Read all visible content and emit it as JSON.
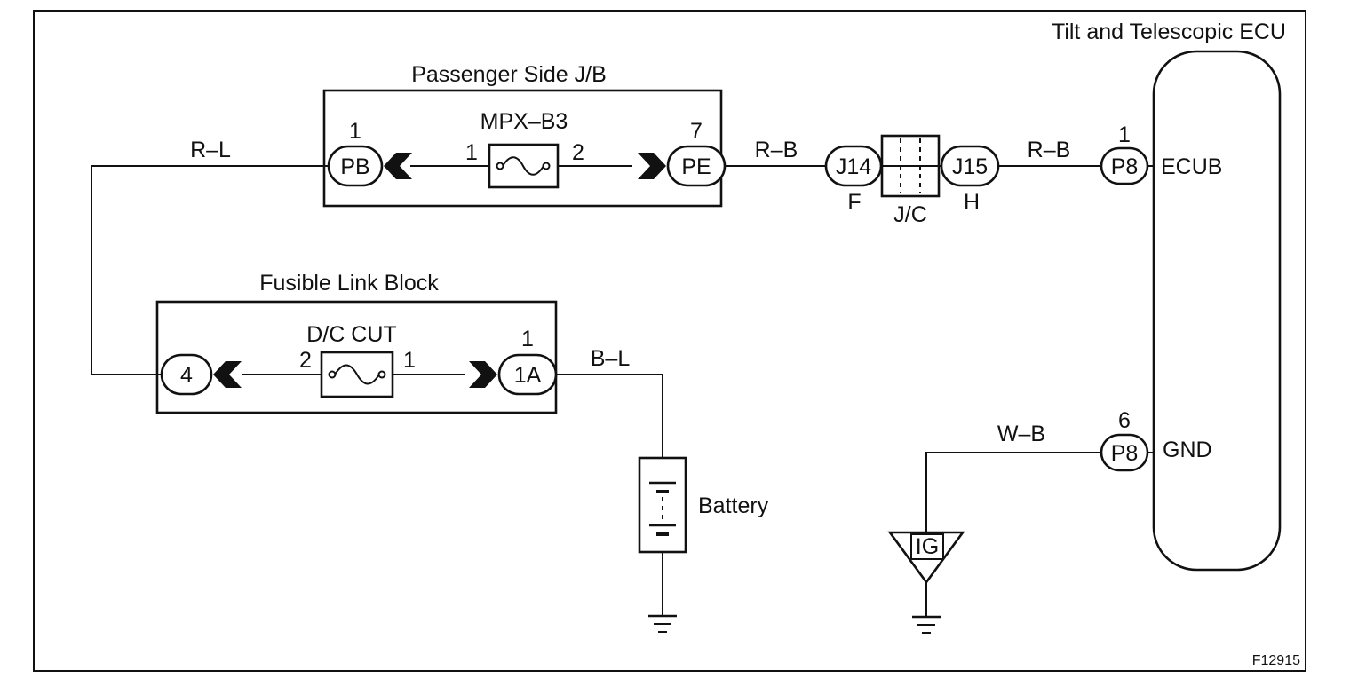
{
  "ecu": {
    "title": "Tilt and Telescopic ECU",
    "ecub": "ECUB",
    "gnd": "GND"
  },
  "passenger_jb": {
    "title": "Passenger Side J/B",
    "fuse": "MPX–B3",
    "fuse_pin_left": "1",
    "fuse_pin_right": "2",
    "conn_left": "PB",
    "conn_left_pin": "1",
    "conn_right": "PE",
    "conn_right_pin": "7"
  },
  "fusible_link": {
    "title": "Fusible Link Block",
    "fuse": "D/C CUT",
    "fuse_pin_left": "2",
    "fuse_pin_right": "1",
    "conn_left": "4",
    "conn_right": "1A",
    "conn_right_pin": "1"
  },
  "junction": {
    "conn_left": "J14",
    "conn_left_pin": "F",
    "conn_right": "J15",
    "conn_right_pin": "H",
    "label": "J/C"
  },
  "connectors": {
    "ecub": {
      "name": "P8",
      "pin": "1"
    },
    "gnd": {
      "name": "P8",
      "pin": "6"
    }
  },
  "wires": {
    "rl": "R–L",
    "rb1": "R–B",
    "rb2": "R–B",
    "bl": "B–L",
    "wb": "W–B"
  },
  "battery": {
    "label": "Battery"
  },
  "ig": {
    "label": "IG"
  },
  "figure_id": "F12915"
}
